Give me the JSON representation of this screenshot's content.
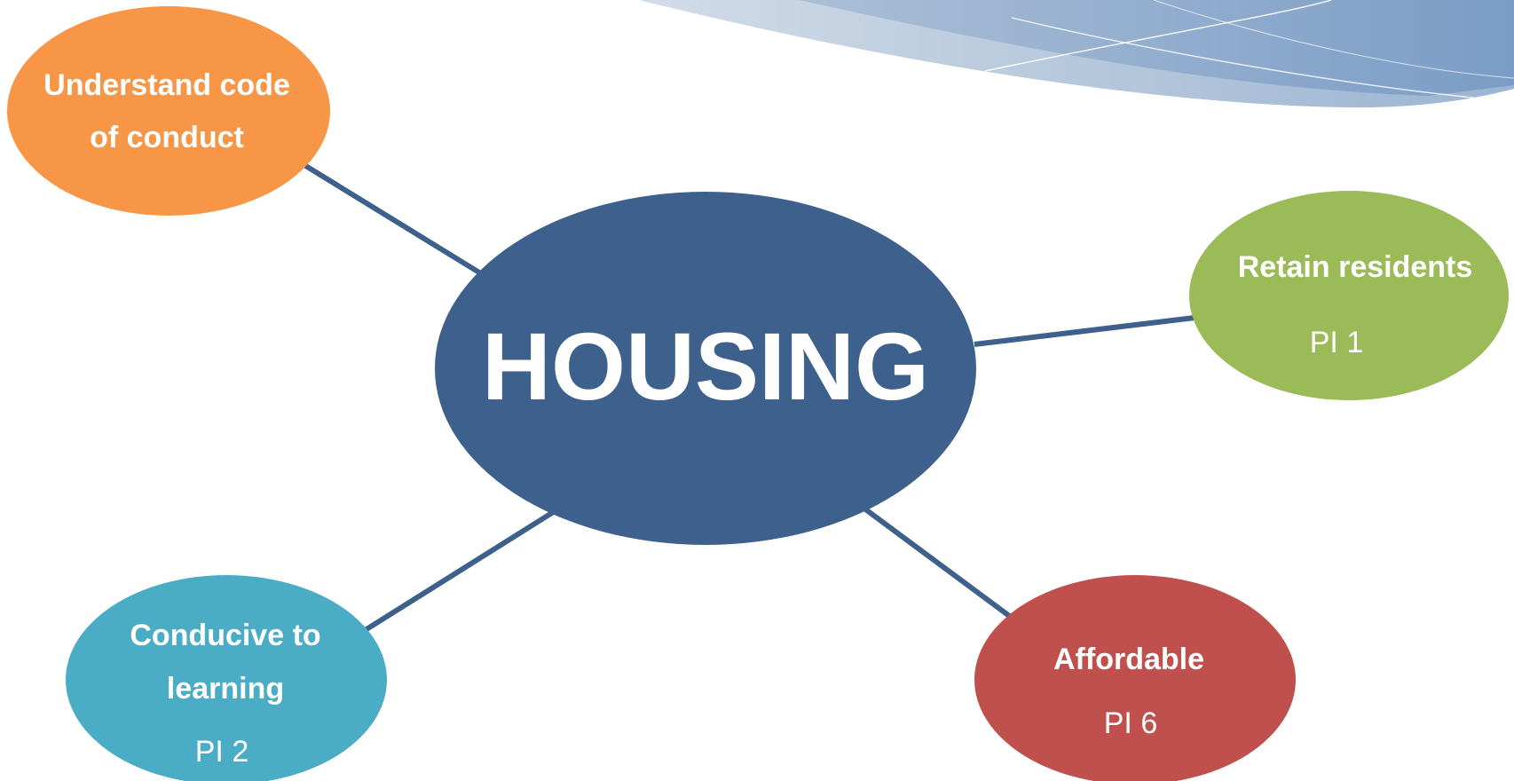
{
  "center": {
    "label": "HOUSING",
    "color": "#3d618c"
  },
  "nodes": [
    {
      "id": "code-of-conduct",
      "lines": [
        "Understand code",
        "of conduct"
      ],
      "sub": "",
      "color": "#f79646"
    },
    {
      "id": "retain-residents",
      "lines": [
        "Retain residents"
      ],
      "sub": "PI 1",
      "color": "#9bbb59"
    },
    {
      "id": "conducive-to-learning",
      "lines": [
        "Conducive to",
        "learning"
      ],
      "sub": "PI 2",
      "color": "#4bacc6"
    },
    {
      "id": "affordable",
      "lines": [
        "Affordable"
      ],
      "sub": "PI 6",
      "color": "#c0504d"
    }
  ],
  "connector_color": "#3d618c"
}
